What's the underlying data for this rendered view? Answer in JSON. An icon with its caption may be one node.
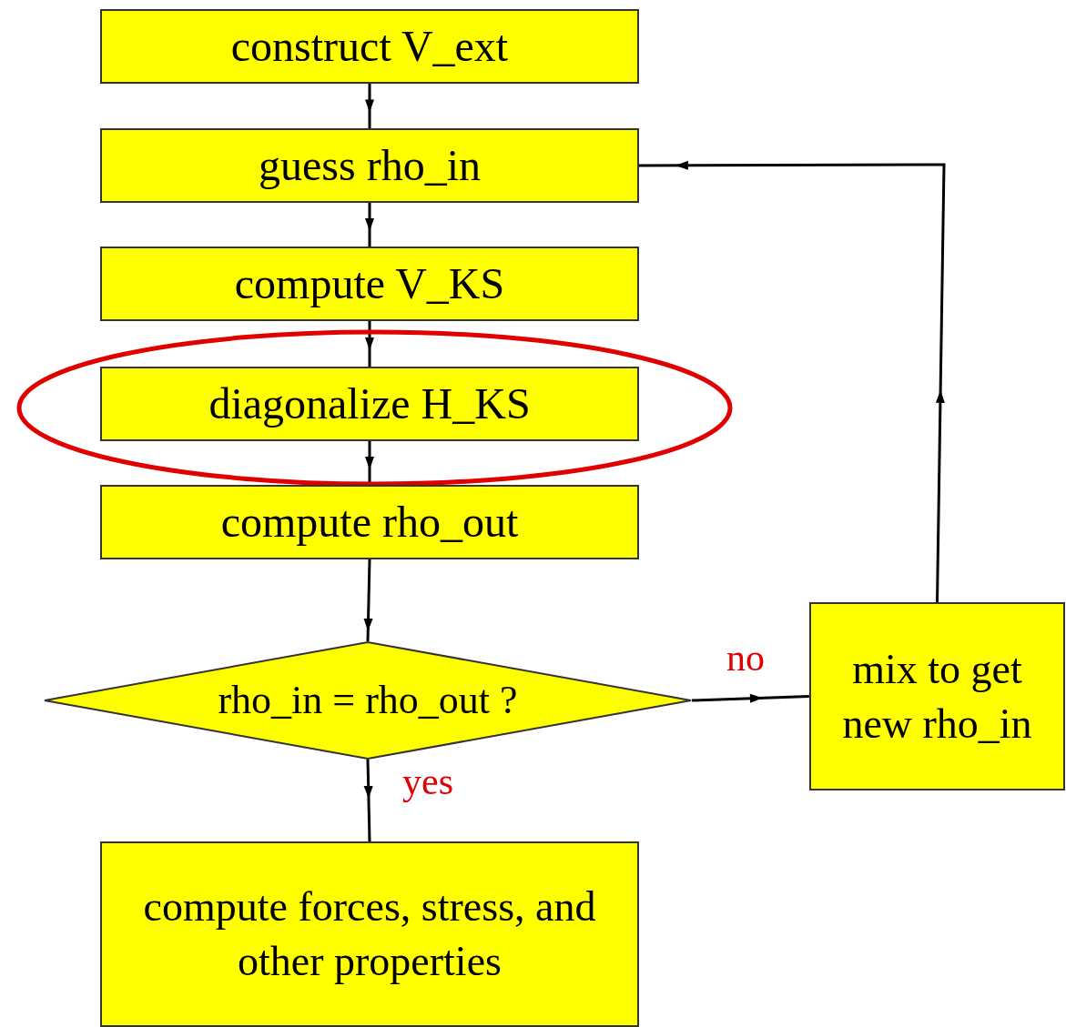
{
  "diagram": {
    "nodes": [
      {
        "text": [
          "construct V_ext"
        ]
      },
      {
        "text": [
          "guess rho_in"
        ]
      },
      {
        "text": [
          "compute V_KS"
        ]
      },
      {
        "text": [],
        "shape": "ellipse"
      },
      {
        "text": [
          "diagonalize H_KS"
        ],
        "in": 3
      },
      {
        "text": [
          "compute rho_out"
        ]
      },
      {
        "text": [
          "rho_in = rho_out ?"
        ]
      },
      {
        "text": [
          "mix to get new rho_in"
        ]
      },
      {
        "text": [
          "compute forces, stress, and other properties"
        ]
      }
    ],
    "edges": [
      {
        "from": 0,
        "to": 1,
        "arrow": "to"
      },
      {
        "from": 1,
        "to": 2,
        "arrow": "to"
      },
      {
        "from": 2,
        "to": 4,
        "arrow": "to"
      },
      {
        "from": 4,
        "to": 5,
        "arrow": "to"
      },
      {
        "from": 5,
        "to": 6,
        "arrow": "to"
      },
      {
        "from": 6,
        "to": 7,
        "arrow": "to",
        "label": "no"
      },
      {
        "from": 6,
        "to": 8,
        "arrow": "to",
        "label": "yes"
      },
      {
        "from": 7,
        "to": 1,
        "arrow": "to"
      }
    ]
  }
}
